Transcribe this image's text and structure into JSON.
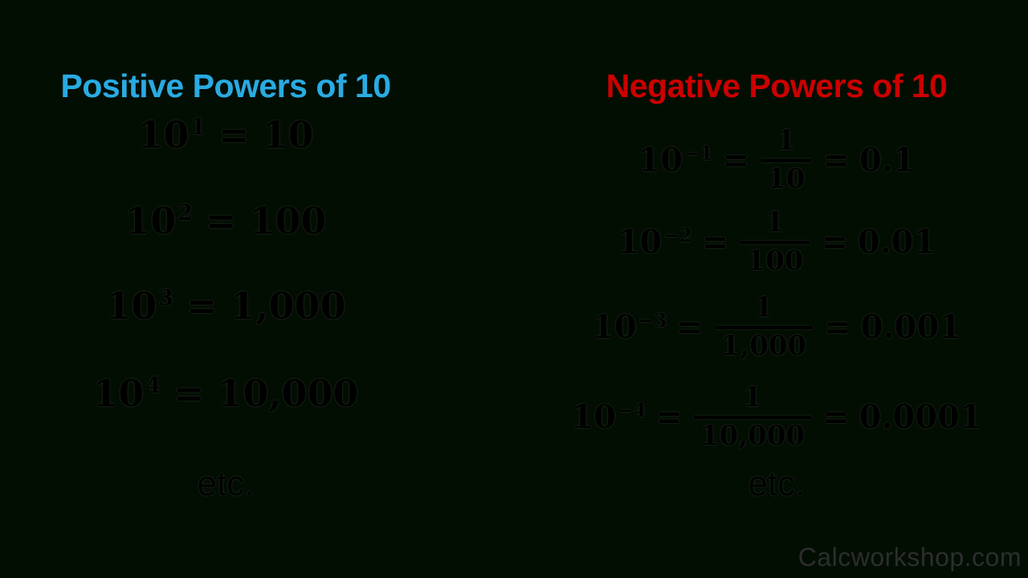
{
  "colors": {
    "background": "#030e03",
    "positive_heading": "#29abe2",
    "negative_heading": "#cc0000",
    "math_text": "#000000",
    "watermark": "#2d2d2d"
  },
  "headings": {
    "positive": "Positive Powers of 10",
    "negative": "Negative Powers of 10"
  },
  "positive_column": {
    "rows": [
      {
        "base": "10",
        "exponent": "1",
        "equals": "=",
        "value": "10"
      },
      {
        "base": "10",
        "exponent": "2",
        "equals": "=",
        "value": "100"
      },
      {
        "base": "10",
        "exponent": "3",
        "equals": "=",
        "value": "1,000"
      },
      {
        "base": "10",
        "exponent": "4",
        "equals": "=",
        "value": "10,000"
      }
    ],
    "etc_label": "etc."
  },
  "negative_column": {
    "rows": [
      {
        "base": "10",
        "exponent": "−1",
        "equals_1": "=",
        "numerator": "1",
        "denominator": "10",
        "equals_2": "=",
        "value": "0.1"
      },
      {
        "base": "10",
        "exponent": "−2",
        "equals_1": "=",
        "numerator": "1",
        "denominator": "100",
        "equals_2": "=",
        "value": "0.01"
      },
      {
        "base": "10",
        "exponent": "−3",
        "equals_1": "=",
        "numerator": "1",
        "denominator": "1,000",
        "equals_2": "=",
        "value": "0.001"
      },
      {
        "base": "10",
        "exponent": "−4",
        "equals_1": "=",
        "numerator": "1",
        "denominator": "10,000",
        "equals_2": "=",
        "value": "0.0001"
      }
    ],
    "etc_label": "etc."
  },
  "watermark": "Calcworkshop.com"
}
